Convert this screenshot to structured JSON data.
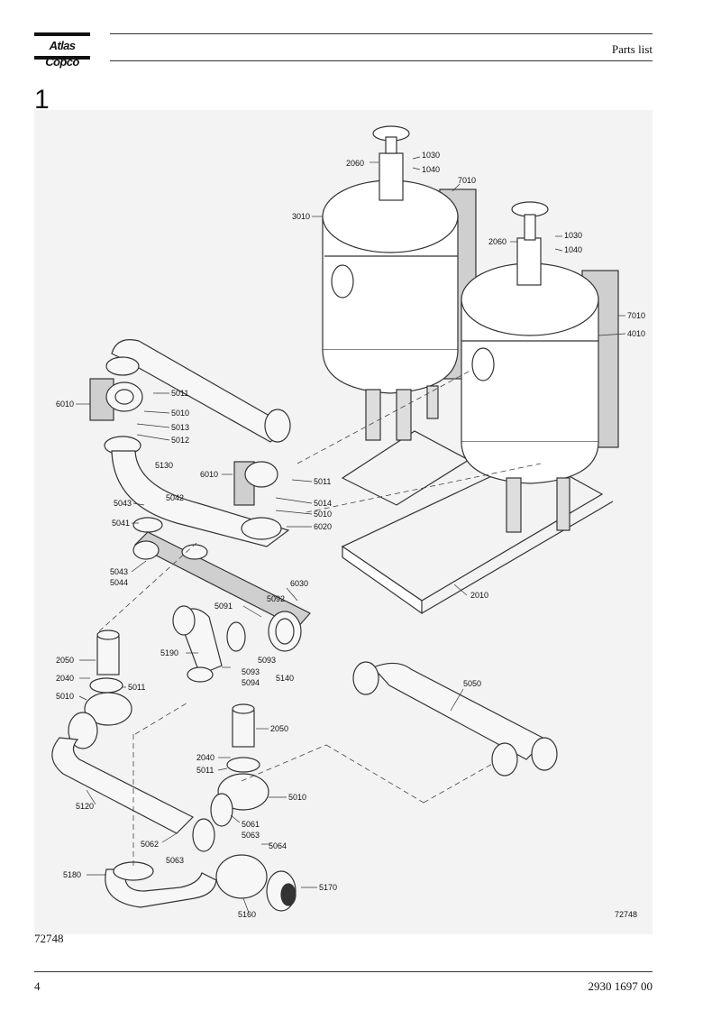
{
  "header": {
    "brand": "Atlas Copco",
    "title": "Parts list"
  },
  "section_number": "1",
  "figure": {
    "id_inside": "72748",
    "labels": [
      "1030",
      "1040",
      "2060",
      "7010",
      "3010",
      "1030",
      "1040",
      "2060",
      "7010",
      "4010",
      "6010",
      "5011",
      "5010",
      "5013",
      "5012",
      "5130",
      "6010",
      "5011",
      "5014",
      "5010",
      "6020",
      "5043",
      "5042",
      "5041",
      "5043",
      "5044",
      "6030",
      "5091",
      "5092",
      "5190",
      "5093",
      "5093",
      "5094",
      "5140",
      "2010",
      "2050",
      "2040",
      "5011",
      "5010",
      "5050",
      "2050",
      "2040",
      "5011",
      "5010",
      "5120",
      "5061",
      "5063",
      "5064",
      "5062",
      "5063",
      "5180",
      "5160",
      "5170"
    ]
  },
  "caption": "72748",
  "footer": {
    "page_number": "4",
    "document_number": "2930 1697 00"
  }
}
